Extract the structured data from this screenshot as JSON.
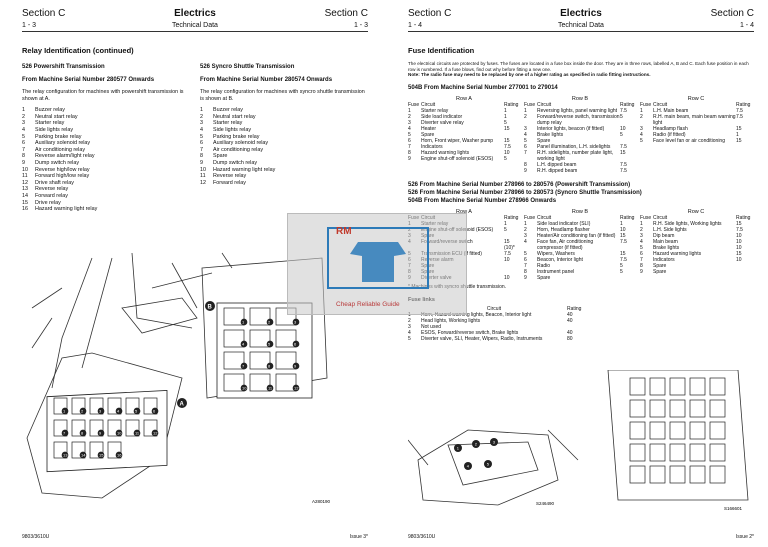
{
  "left": {
    "header": {
      "section_l": "Section C",
      "title": "Electrics",
      "section_r": "Section C",
      "page_l": "1 - 3",
      "subtitle": "Technical Data",
      "page_r": "1 - 3"
    },
    "heading": "Relay Identification (continued)",
    "colA": {
      "h1": "526 Powershift Transmission",
      "h2": "From Machine Serial Number 280577 Onwards",
      "intro": "The relay configuration for machines with powershift transmission is shown at A.",
      "items": [
        [
          "1",
          "Buzzer relay"
        ],
        [
          "2",
          "Neutral start relay"
        ],
        [
          "3",
          "Starter relay"
        ],
        [
          "4",
          "Side lights relay"
        ],
        [
          "5",
          "Parking brake relay"
        ],
        [
          "6",
          "Auxiliary solenoid relay"
        ],
        [
          "7",
          "Air conditioning relay"
        ],
        [
          "8",
          "Reverse alarm/light relay"
        ],
        [
          "9",
          "Dump switch relay"
        ],
        [
          "10",
          "Reverse high/low relay"
        ],
        [
          "11",
          "Forward high/low relay"
        ],
        [
          "12",
          "Drive shaft relay"
        ],
        [
          "13",
          "Reverse relay"
        ],
        [
          "14",
          "Forward relay"
        ],
        [
          "15",
          "Drive relay"
        ],
        [
          "16",
          "Hazard warning light relay"
        ]
      ]
    },
    "colB": {
      "h1": "526 Syncro Shuttle Transmission",
      "h2": "From Machine Serial Number 280574 Onwards",
      "intro": "The relay configuration for machines with syncro shuttle transmission is shown at B.",
      "items": [
        [
          "1",
          "Buzzer relay"
        ],
        [
          "2",
          "Neutral start relay"
        ],
        [
          "3",
          "Starter relay"
        ],
        [
          "4",
          "Side lights relay"
        ],
        [
          "5",
          "Parking brake relay"
        ],
        [
          "6",
          "Auxiliary solenoid relay"
        ],
        [
          "7",
          "Air conditioning relay"
        ],
        [
          "8",
          "Spare"
        ],
        [
          "9",
          "Dump switch relay"
        ],
        [
          "10",
          "Hazard warning light relay"
        ],
        [
          "11",
          "Reverse relay"
        ],
        [
          "12",
          "Forward relay"
        ]
      ]
    },
    "diagram": {
      "label_a": "A",
      "label_b": "B",
      "code": "A280190"
    },
    "footer": {
      "doc": "9803/3610U",
      "issue": "Issue 3*"
    }
  },
  "right": {
    "header": {
      "section_l": "Section C",
      "title": "Electrics",
      "section_r": "Section C",
      "page_l": "1 - 4",
      "subtitle": "Technical Data",
      "page_r": "1 - 4"
    },
    "heading": "Fuse Identification",
    "intro": "The electrical circuits are protected by fuses. The fuses are located in a fuse box inside the door. They are in three rows, labelled A, B and C. Each fuse position in each row is numbered. If a fuse blows, find out why before fitting a new one.",
    "note": "Note: The radio fuse may need to be replaced by one of a higher rating as specified in radio fitting instructions.",
    "t1": {
      "title": "504B From Machine Serial Number 277001 to 279014",
      "rowA": "Row A",
      "rowB": "Row B",
      "rowC": "Row C",
      "fuse": "Fuse",
      "circuit": "Circuit",
      "rating": "Rating",
      "A": [
        [
          "1",
          "Starter relay",
          "1"
        ],
        [
          "2",
          "Side load indicator",
          "1"
        ],
        [
          "3",
          "Diverter valve relay",
          "5"
        ],
        [
          "4",
          "Heater",
          "15"
        ],
        [
          "5",
          "Spare",
          ""
        ],
        [
          "6",
          "Horn, Front wiper, Washer pump",
          "15"
        ],
        [
          "7",
          "Indicators",
          "7.5"
        ],
        [
          "8",
          "Hazard warning lights",
          "10"
        ],
        [
          "9",
          "Engine shut-off solenoid (ESOS)",
          "5"
        ]
      ],
      "B": [
        [
          "1",
          "Reversing lights, panel warning light",
          "7.5"
        ],
        [
          "2",
          "Forward/reverse switch, transmission dump relay",
          "5"
        ],
        [
          "3",
          "Interior lights, beacon (if fitted)",
          "10"
        ],
        [
          "4",
          "Brake lights",
          "5"
        ],
        [
          "5",
          "Spare",
          ""
        ],
        [
          "6",
          "Panel illumination, L.H. sidelights",
          "7.5"
        ],
        [
          "7",
          "R.H. sidelights, number plate light, working light",
          "15"
        ],
        [
          "8",
          "L.H. dipped beam",
          "7.5"
        ],
        [
          "9",
          "R.H. dipped beam",
          "7.5"
        ]
      ],
      "C": [
        [
          "1",
          "L.H. Main beam",
          "7.5"
        ],
        [
          "2",
          "R.H. main beam, main beam warning light",
          "7.5"
        ],
        [
          "3",
          "Headlamp flash",
          "15"
        ],
        [
          "4",
          "Radio (if fitted)",
          "1"
        ],
        [
          "5",
          "Face level fan or air conditioning",
          "15"
        ]
      ]
    },
    "t2": {
      "title1": "526 From Machine Serial Number 278966 to 280576 (Powershift Transmission)",
      "title2": "526 From Machine Serial Number 278966 to 280573 (Syncro Shuttle Transmission)",
      "title3": "504B From Machine Serial Number 278966 Onwards",
      "A": [
        [
          "1",
          "Starter relay",
          "1"
        ],
        [
          "2",
          "Engine shut-off solenoid (ESOS)",
          "5"
        ],
        [
          "3",
          "Spare",
          ""
        ],
        [
          "4",
          "Forward/reverse switch",
          "15 (10)*"
        ],
        [
          "5",
          "Transmission ECU (if fitted)",
          "7.5"
        ],
        [
          "6",
          "Reverse alarm",
          "10"
        ],
        [
          "7",
          "Spare",
          ""
        ],
        [
          "8",
          "Spare",
          ""
        ],
        [
          "9",
          "Diverter valve",
          "10"
        ]
      ],
      "B": [
        [
          "1",
          "Side load indicator (SLI)",
          "1"
        ],
        [
          "2",
          "Horn, Headlamp flasher",
          "10"
        ],
        [
          "3",
          "Heater/Air conditioning fan (if fitted)",
          "15"
        ],
        [
          "4",
          "Face fan, Air conditioning compressor (if fitted)",
          "7.5"
        ],
        [
          "5",
          "Wipers, Washers",
          "15"
        ],
        [
          "6",
          "Beacon, Interior light",
          "7.5"
        ],
        [
          "7",
          "Radio",
          "5"
        ],
        [
          "8",
          "Instrument panel",
          "5"
        ],
        [
          "9",
          "Spare",
          ""
        ]
      ],
      "C": [
        [
          "1",
          "R.H. Side lights, Working lights",
          "15"
        ],
        [
          "2",
          "L.H. Side lights",
          "7.5"
        ],
        [
          "3",
          "Dip beam",
          "10"
        ],
        [
          "4",
          "Main beam",
          "10"
        ],
        [
          "5",
          "Brake lights",
          "10"
        ],
        [
          "6",
          "Hazard warning lights",
          "15"
        ],
        [
          "7",
          "Indicators",
          "10"
        ],
        [
          "8",
          "Spare",
          ""
        ],
        [
          "9",
          "Spare",
          ""
        ]
      ],
      "footnote": "* Machines with syncro shuttle transmission."
    },
    "links": {
      "title": "Fuse links",
      "circuit": "Circuit",
      "rating": "Rating",
      "items": [
        [
          "1",
          "Horn, Hazard warning lights, Beacon, Interior light",
          "40"
        ],
        [
          "2",
          "Head lights, Working lights",
          "40"
        ],
        [
          "3",
          "Not used",
          ""
        ],
        [
          "4",
          "ESOS, Forward/reverse switch, Brake lights",
          "40"
        ],
        [
          "5",
          "Diverter valve, SLI, Heater, Wipers, Radio, Instruments",
          "80"
        ]
      ]
    },
    "diagram": {
      "code1": "S246490",
      "code2": "S166601"
    },
    "footer": {
      "doc": "9803/3610U",
      "issue": "Issue 2*"
    }
  },
  "watermark": {
    "logo": "RM",
    "text": "Cheap Reliable Guide"
  }
}
